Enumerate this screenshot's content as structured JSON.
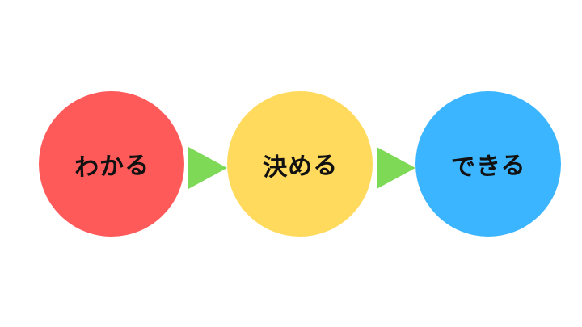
{
  "flow": {
    "steps": [
      {
        "label": "わかる",
        "color": "#ff5a5a"
      },
      {
        "label": "決める",
        "color": "#ffda5c"
      },
      {
        "label": "できる",
        "color": "#3bb5ff"
      }
    ],
    "arrow_color": "#7ed957",
    "arrow_icon": "triangle-right-icon"
  }
}
